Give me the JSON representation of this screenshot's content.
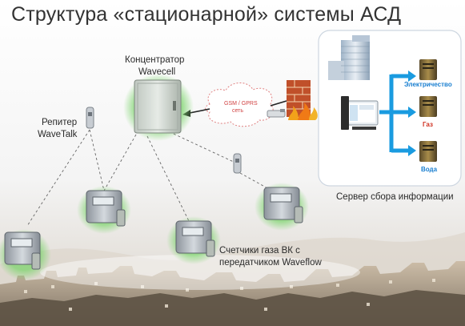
{
  "title": "Структура «стационарной» системы АСД",
  "labels": {
    "concentrator_line1": "Концентратор",
    "concentrator_line2": "Wavecell",
    "repeater_line1": "Репитер",
    "repeater_line2": "WaveTalk",
    "cloud_line1": "GSM / GPRS",
    "cloud_line2": "сеть",
    "server_caption": "Сервер сбора информации",
    "meters_line1": "Счетчики газа ВК с",
    "meters_line2": "передатчиком Waveflow"
  },
  "server_outputs": [
    {
      "label": "Электричество",
      "color": "#1a7fd0"
    },
    {
      "label": "Газ",
      "color": "#d03020"
    },
    {
      "label": "Вода",
      "color": "#1a7fd0"
    }
  ],
  "colors": {
    "arrow_blue": "#1a9be0",
    "server_panel_border": "#cdd6e0",
    "firewall_red": "#c0502a",
    "link_dash": "#666666"
  }
}
